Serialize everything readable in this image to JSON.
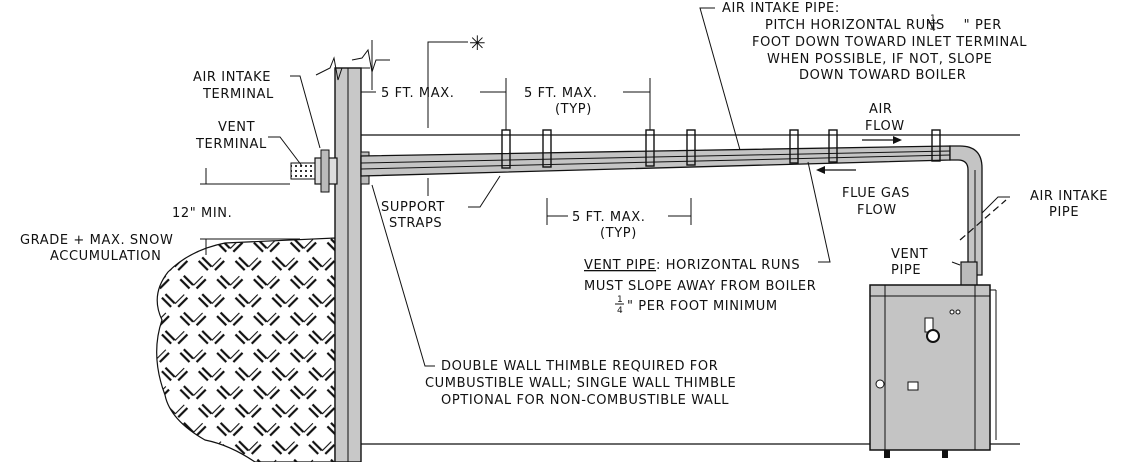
{
  "labels": {
    "air_intake_terminal_1": "AIR INTAKE",
    "air_intake_terminal_2": "TERMINAL",
    "vent_terminal_1": "VENT",
    "vent_terminal_2": "TERMINAL",
    "min_12": "12\" MIN.",
    "grade_1": "GRADE + MAX. SNOW",
    "grade_2": "ACCUMULATION",
    "asterisk": "✳",
    "five_ft_1": "5 FT. MAX.",
    "five_ft_2": "5 FT. MAX.",
    "typ_2": "(TYP)",
    "five_ft_3": "5 FT. MAX.",
    "typ_3": "(TYP)",
    "support_1": "SUPPORT",
    "support_2": "STRAPS",
    "air_pipe_1": "AIR INTAKE PIPE:",
    "air_pipe_2a": "PITCH HORIZONTAL RUNS ",
    "air_pipe_2b": "\" PER",
    "air_pipe_3": "FOOT DOWN TOWARD INLET TERMINAL",
    "air_pipe_4": "WHEN POSSIBLE, IF NOT, SLOPE",
    "air_pipe_5": "DOWN TOWARD BOILER",
    "air_flow_1": "AIR",
    "air_flow_2": "FLOW",
    "flue_1": "FLUE GAS",
    "flue_2": "FLOW",
    "air_intake_pipe_1": "AIR INTAKE",
    "air_intake_pipe_2": "PIPE",
    "vent_pipe_1": "VENT",
    "vent_pipe_2": "PIPE",
    "vent_desc_1a": "VENT PIPE",
    "vent_desc_1b": ": HORIZONTAL RUNS",
    "vent_desc_2": "MUST SLOPE AWAY FROM BOILER",
    "vent_desc_3": "\" PER FOOT MINIMUM",
    "frac_num": "1",
    "frac_den": "4",
    "thimble_1": "DOUBLE WALL THIMBLE REQUIRED FOR",
    "thimble_2": "CUMBUSTIBLE WALL; SINGLE WALL THIMBLE",
    "thimble_3": "OPTIONAL FOR NON-COMBUSTIBLE WALL"
  }
}
